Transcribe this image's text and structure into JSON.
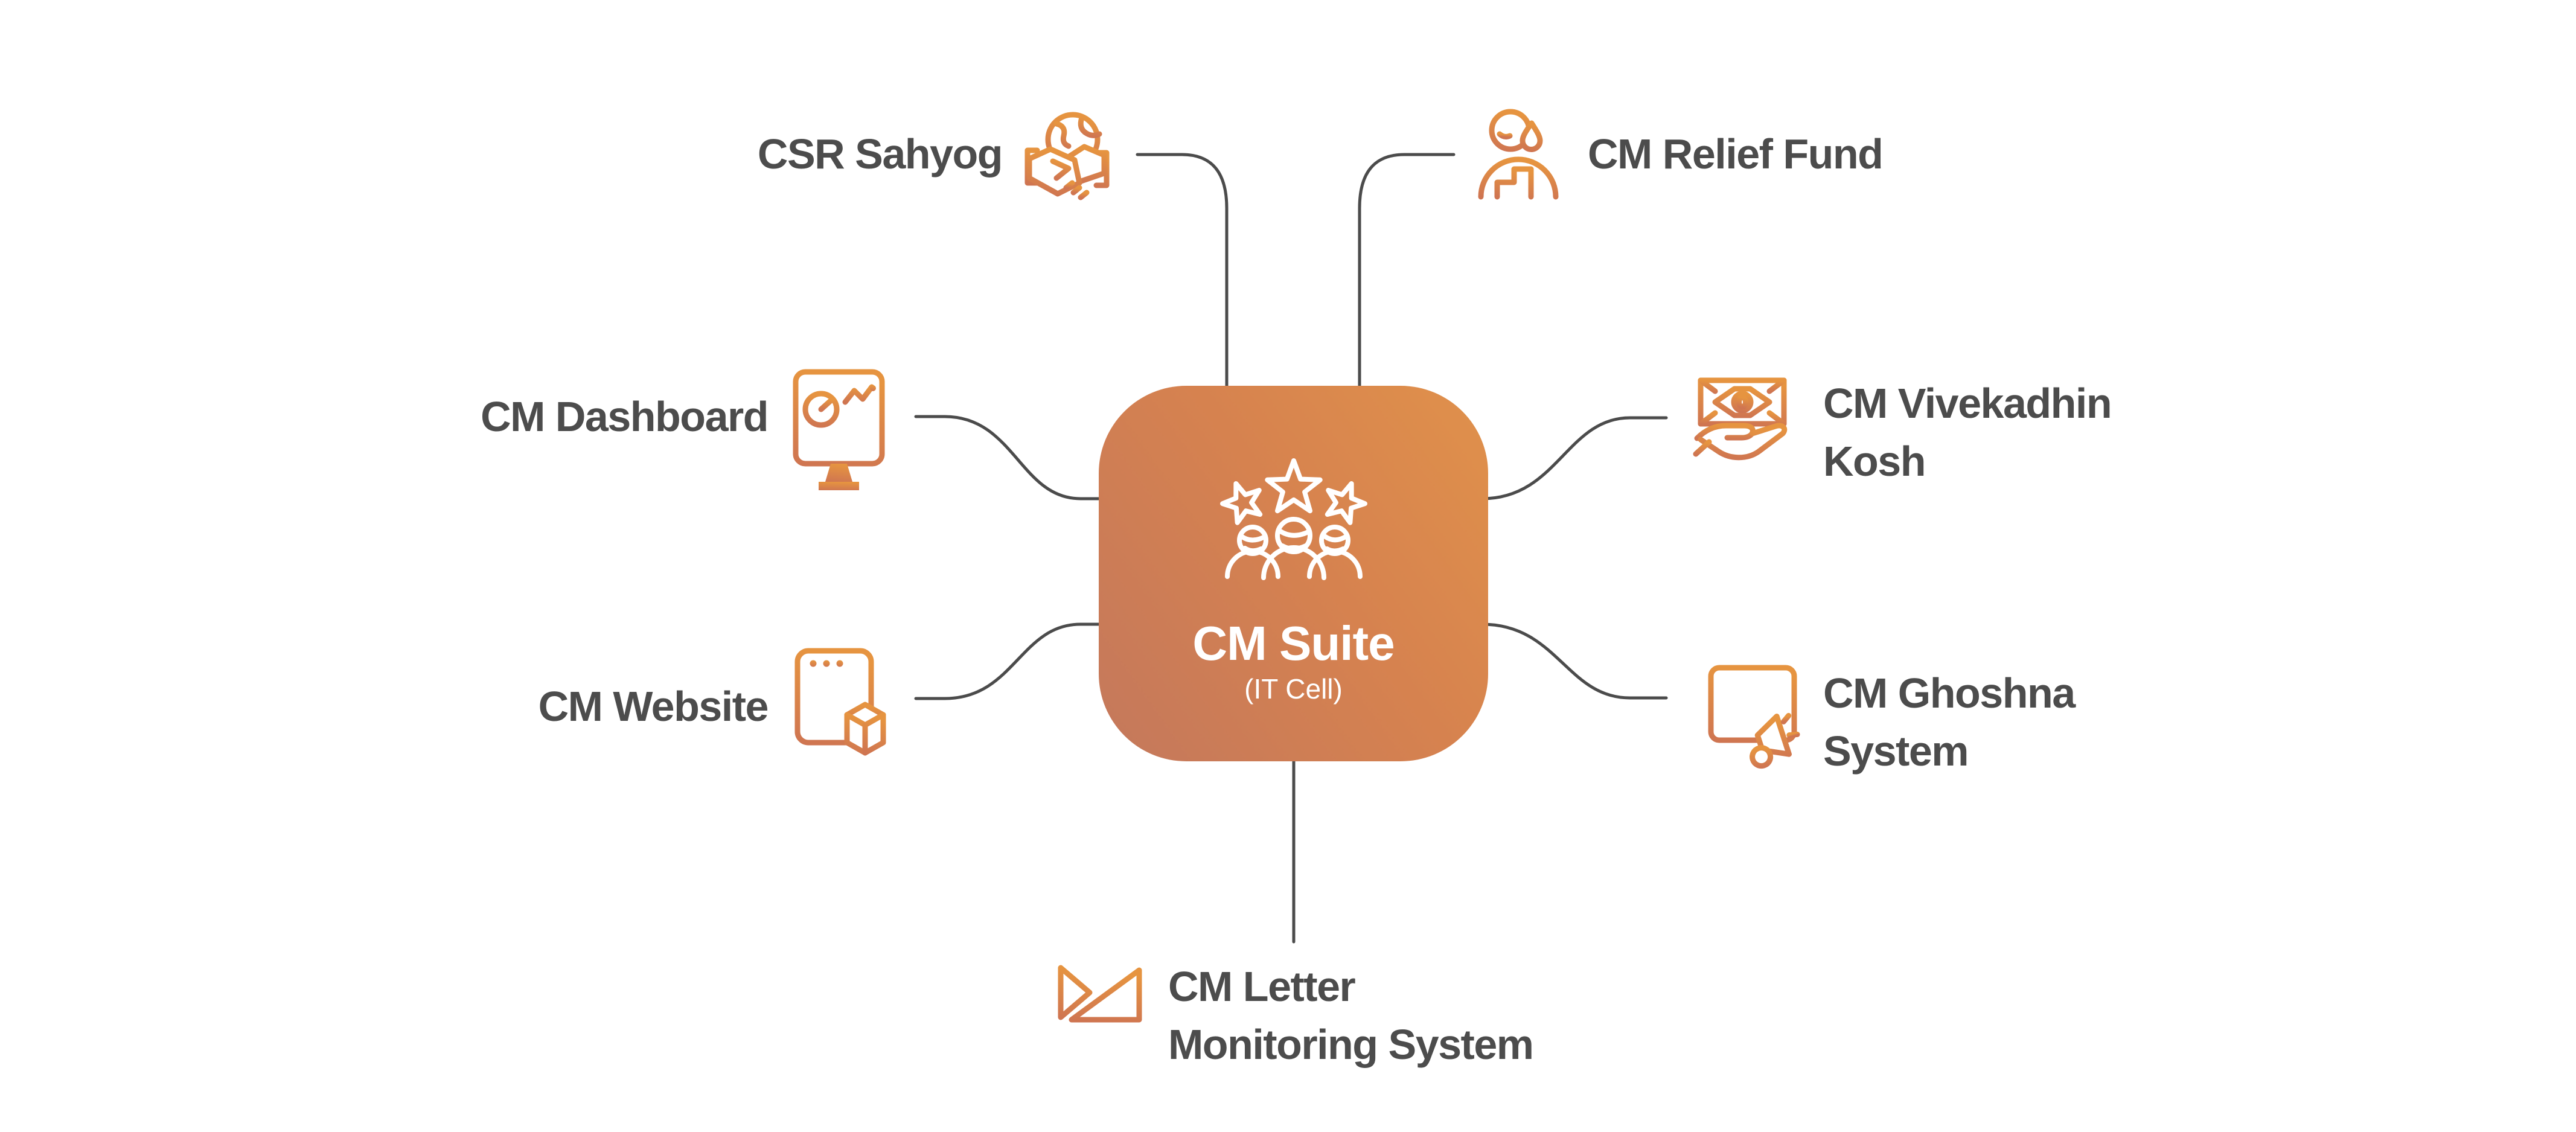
{
  "diagram": {
    "center": {
      "title": "CM Suite",
      "subtitle": "(IT Cell)",
      "icon": "people-stars-icon"
    },
    "nodes": [
      {
        "id": "csr-sahyog",
        "lines": [
          "CSR Sahyog"
        ],
        "icon": "globe-handshake-icon",
        "position": "top-left"
      },
      {
        "id": "cm-relief-fund",
        "lines": [
          "CM Relief Fund"
        ],
        "icon": "person-teardrop-icon",
        "position": "top-right"
      },
      {
        "id": "cm-dashboard",
        "lines": [
          "CM Dashboard"
        ],
        "icon": "monitor-charts-icon",
        "position": "mid-left"
      },
      {
        "id": "cm-vivekadhin-kosh",
        "lines": [
          "CM Vivekadhin",
          "Kosh"
        ],
        "icon": "money-hand-icon",
        "position": "mid-right"
      },
      {
        "id": "cm-website",
        "lines": [
          "CM Website"
        ],
        "icon": "browser-cube-icon",
        "position": "lower-left"
      },
      {
        "id": "cm-ghoshna-system",
        "lines": [
          "CM Ghoshna",
          "System"
        ],
        "icon": "table-megaphone-icon",
        "position": "lower-right"
      },
      {
        "id": "cm-letter-monitoring-system",
        "lines": [
          "CM Letter",
          "Monitoring System"
        ],
        "icon": "open-letter-icon",
        "position": "bottom"
      }
    ],
    "colors": {
      "box_gradient_start": "#c4785c",
      "box_gradient_end": "#e0914b",
      "icon_gradient_top": "#e69440",
      "icon_gradient_bottom": "#cf7551",
      "label_text": "#4c4c4c",
      "connector": "#4b4b4b",
      "center_text": "#ffffff",
      "background": "#ffffff"
    }
  }
}
